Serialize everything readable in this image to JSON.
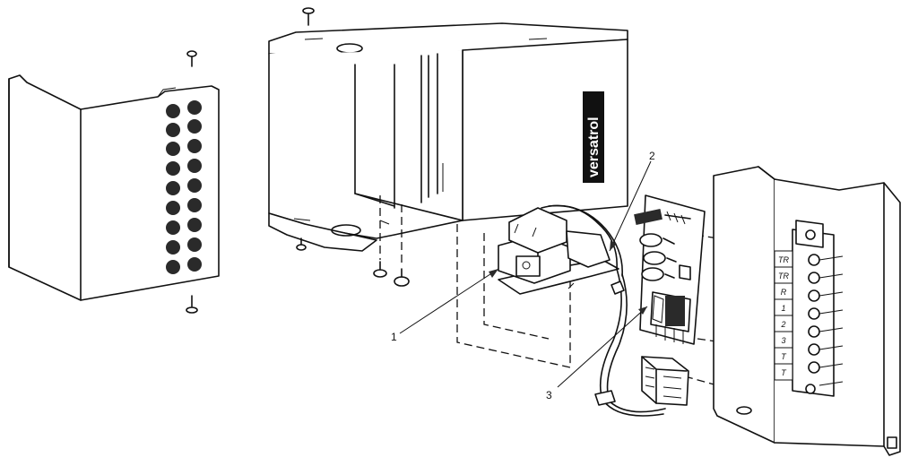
{
  "brand": {
    "name": "versatrol"
  },
  "callouts": [
    {
      "id": "1",
      "label": "1"
    },
    {
      "id": "2",
      "label": "2"
    },
    {
      "id": "3",
      "label": "3"
    }
  ],
  "terminal_labels": [
    "TR",
    "TR",
    "R",
    "1",
    "2",
    "3",
    "T",
    "T"
  ]
}
